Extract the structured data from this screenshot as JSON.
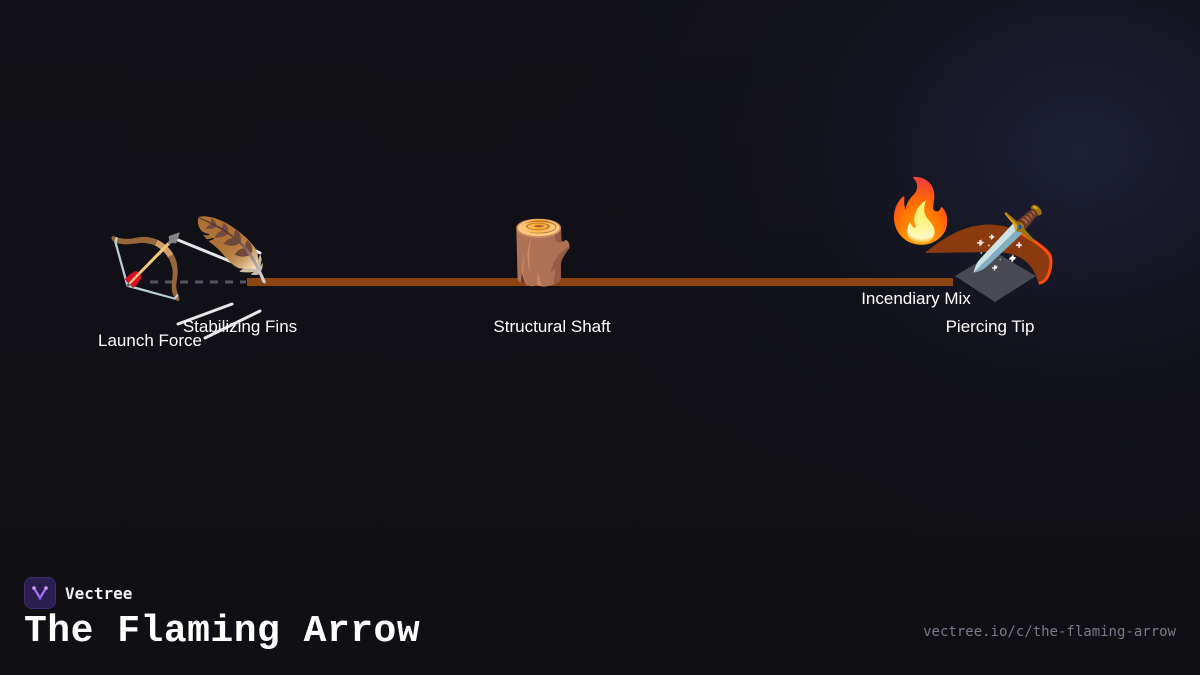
{
  "brand": {
    "name": "Vectree",
    "logo_icon": "vectree-logo-icon"
  },
  "title": "The Flaming Arrow",
  "url": "vectree.io/c/the-flaming-arrow",
  "diagram": {
    "connector_color": "#8b4513",
    "dash_color": "#55555f",
    "nodes": [
      {
        "id": "launch-force",
        "label": "Launch Force",
        "icon": "bow-and-arrow-icon",
        "glyph": "🏹"
      },
      {
        "id": "stabilizing-fins",
        "label": "Stabilizing Fins",
        "icon": "feather-icon",
        "glyph": "🪶"
      },
      {
        "id": "structural-shaft",
        "label": "Structural Shaft",
        "icon": "wood-log-icon",
        "glyph": "🪵"
      },
      {
        "id": "incendiary-mix",
        "label": "Incendiary Mix",
        "icon": "fire-icon",
        "glyph": "🔥"
      },
      {
        "id": "piercing-tip",
        "label": "Piercing Tip",
        "icon": "dagger-icon",
        "glyph": "🗡️"
      }
    ]
  }
}
